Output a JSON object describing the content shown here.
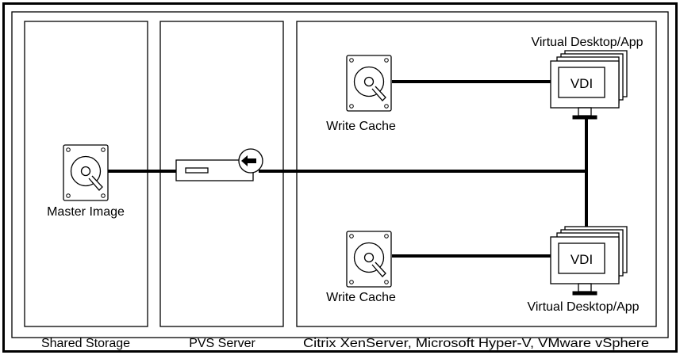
{
  "columns": {
    "shared_storage": "Shared Storage",
    "pvs_server": "PVS Server",
    "hypervisors": "Citrix XenServer, Microsoft Hyper-V, VMware vSphere"
  },
  "nodes": {
    "master_image": "Master Image",
    "write_cache_top": "Write Cache",
    "write_cache_bottom": "Write Cache",
    "virtual_desktop_top": "Virtual Desktop/App",
    "virtual_desktop_bottom": "Virtual Desktop/App",
    "vdi_top": "VDI",
    "vdi_bottom": "VDI"
  },
  "icons": {
    "storage": "hard-drive-icon",
    "server": "server-icon",
    "stream": "stream-arrow-icon",
    "desktop": "monitor-stack-icon"
  },
  "colors": {
    "line": "#000000",
    "background": "#ffffff"
  }
}
